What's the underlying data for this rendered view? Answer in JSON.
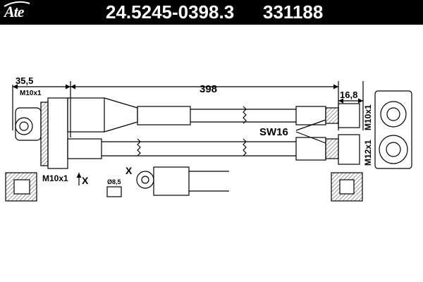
{
  "header": {
    "logo_text": "Ate",
    "part_number": "24.5245-0398.3",
    "ref_number": "331188"
  },
  "dimensions": {
    "left_offset": "35,5",
    "total_length": "398",
    "right_offset": "16,8",
    "wrench_size": "SW16",
    "left_thread_small": "M10x1",
    "left_thread_bottom": "M10x1",
    "right_thread_top": "M10x1",
    "right_thread_bottom": "M12x1",
    "hole_diameter": "Ø8,5",
    "view_marker_left": "X",
    "view_marker_detail": "X"
  },
  "colors": {
    "line": "#000000",
    "background": "#ffffff",
    "hatch": "#555555"
  }
}
